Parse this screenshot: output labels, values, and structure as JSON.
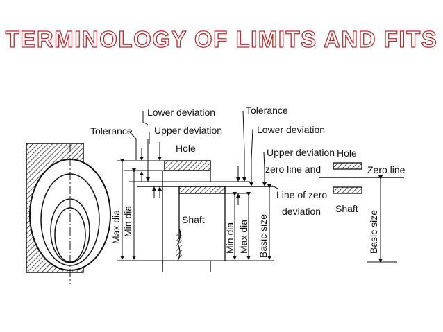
{
  "title": "TERMINOLOGY OF LIMITS AND FITS",
  "colors": {
    "title_outline": "#c0282a",
    "ink": "#111111"
  },
  "labels": {
    "tolerance_left": "Tolerance",
    "lower_deviation_left": "Lower deviation",
    "upper_deviation_left": "Upper deviation",
    "hole_left": "Hole",
    "shaft_left": "Shaft",
    "max_dia": "Max dia",
    "min_dia": "Min dia",
    "min_dia_shaft": "Min dia",
    "max_dia_shaft": "Max dia",
    "basic_size_mid": "Basic size",
    "tolerance_right": "Tolerance",
    "lower_deviation_right": "Lower deviation",
    "upper_deviation_right": "Upper deviation",
    "zero_line_and": "zero line and",
    "line_of_zero": "Line of zero",
    "deviation": "deviation",
    "hole_right": "Hole",
    "shaft_right": "Shaft",
    "zero_line": "Zero line",
    "basic_size_right": "Basic size"
  }
}
